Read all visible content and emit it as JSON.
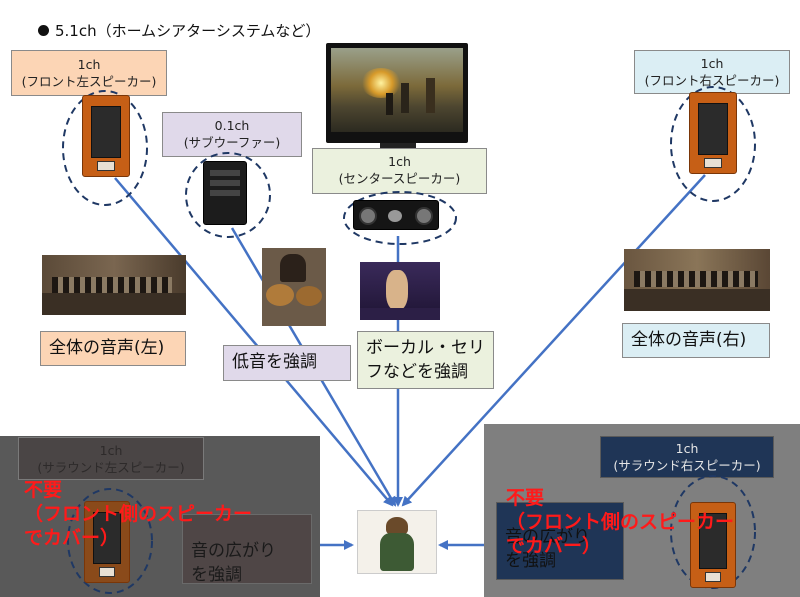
{
  "title": "5.1ch（ホームシアターシステムなど）",
  "speakers": {
    "front_left": {
      "ch": "1ch",
      "name": "(フロント左スピーカー)"
    },
    "front_right": {
      "ch": "1ch",
      "name": "(フロント右スピーカー)"
    },
    "subwoofer": {
      "ch": "0.1ch",
      "name": "(サブウーファー)"
    },
    "center": {
      "ch": "1ch",
      "name": "(センタースピーカー)"
    },
    "surround_left": {
      "ch": "1ch",
      "name": "(サラウンド左スピーカー)"
    },
    "surround_right": {
      "ch": "1ch",
      "name": "(サラウンド右スピーカー)"
    }
  },
  "descriptions": {
    "front_left": "全体の音声(左)",
    "front_right": "全体の音声(右)",
    "subwoofer": "低音を強調",
    "center_line1": "ボーカル・セリ",
    "center_line2": "フなどを強調",
    "surround_line1": "音の広がり",
    "surround_line2": "を強調",
    "surround_partial_left": "音の広",
    "surround_partial_right_1": "音の広がり",
    "surround_partial_right_2": "を強調"
  },
  "unneeded": {
    "line1": "不要",
    "line2": "（フロント側のスピーカー",
    "line3": "でカバー）"
  },
  "colors": {
    "front_left_label": "#fcd5b5",
    "front_right_label": "#dbeef4",
    "subwoofer_label": "#e0d9ea",
    "center_label": "#ebf1de",
    "surround_left_label": "#4a4545",
    "surround_right_label": "#1f3556",
    "arrow": "#4472c4",
    "dashed_circle": "#1f3864",
    "overlay_left": "#595959",
    "overlay_right": "#7f7f7f",
    "warning_text": "#ff1a1a"
  }
}
